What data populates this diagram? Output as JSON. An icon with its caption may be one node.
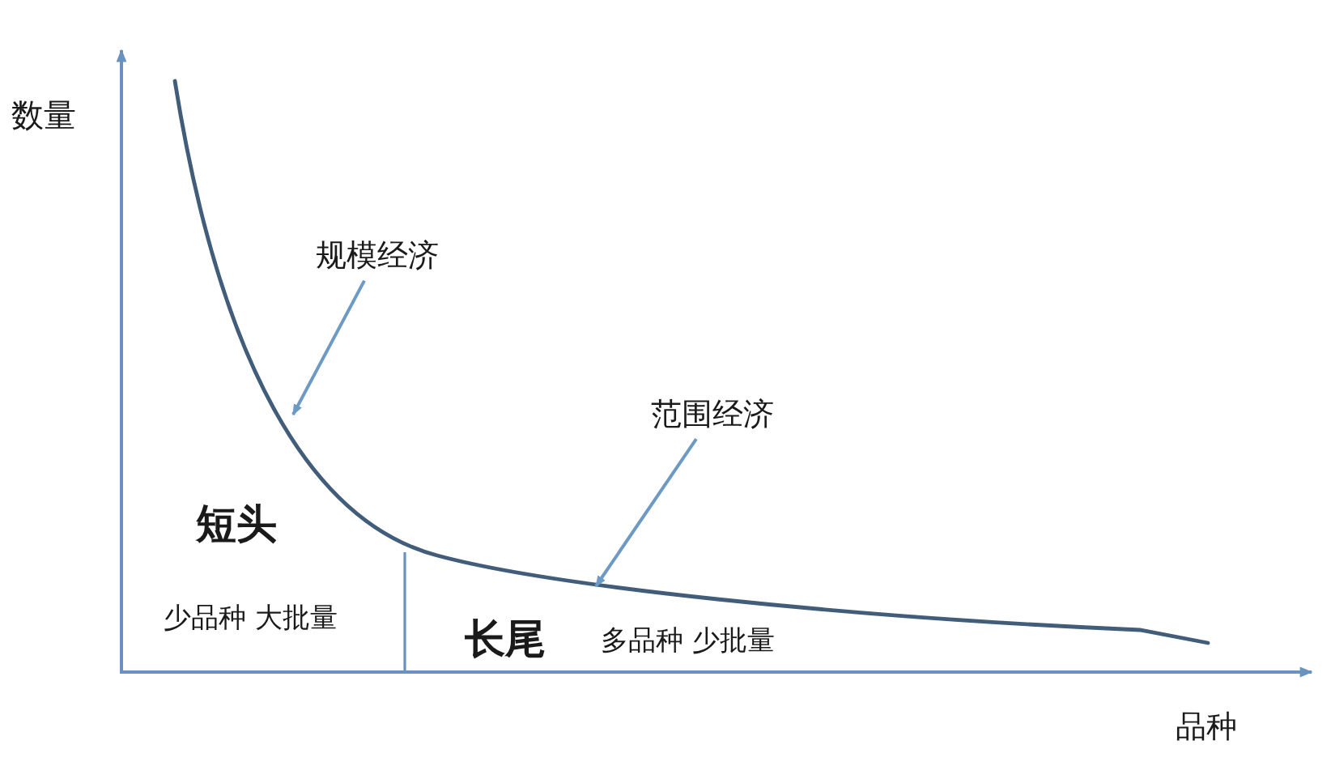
{
  "diagram": {
    "nodes": [
      {
        "text": [
          "规模经济"
        ]
      },
      {
        "text": [
          "范围经济"
        ]
      }
    ],
    "edges": [
      {
        "from": 0,
        "to": null,
        "arrow": "to"
      },
      {
        "from": 1,
        "to": null,
        "arrow": "to"
      }
    ],
    "labels": [
      "数量",
      "短头",
      "少品种 大批量",
      "长尾",
      "多品种 少批量",
      "品种"
    ]
  }
}
